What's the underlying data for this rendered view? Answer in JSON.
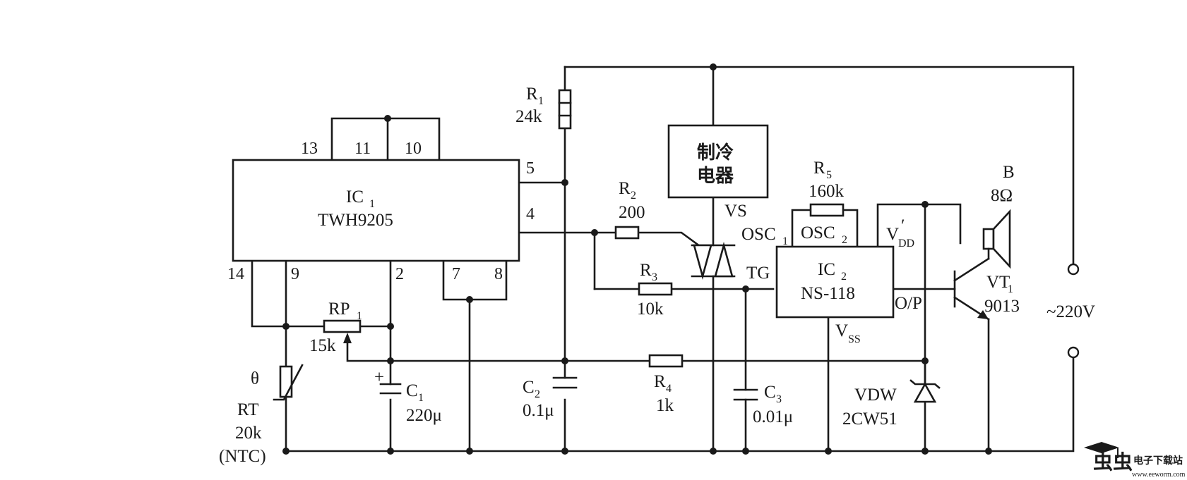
{
  "ic1": {
    "name": "IC",
    "sub": "1",
    "part": "TWH9205",
    "pins": {
      "p13": "13",
      "p11": "11",
      "p10": "10",
      "p5": "5",
      "p4": "4",
      "p14": "14",
      "p9": "9",
      "p2": "2",
      "p7": "7",
      "p8": "8"
    }
  },
  "ic2": {
    "name": "IC",
    "sub": "2",
    "part": "NS-118",
    "osc1": "OSC",
    "osc1_sub": "1",
    "osc2": "OSC",
    "osc2_sub": "2",
    "tg": "TG",
    "vdd": "V",
    "vdd_sub": "DD",
    "vdd_prime": "′",
    "op": "O/P",
    "vss": "V",
    "vss_sub": "SS"
  },
  "r1": {
    "name": "R",
    "sub": "1",
    "value": "24k"
  },
  "r2": {
    "name": "R",
    "sub": "2",
    "value": "200"
  },
  "r3": {
    "name": "R",
    "sub": "3",
    "value": "10k"
  },
  "r4": {
    "name": "R",
    "sub": "4",
    "value": "1k"
  },
  "r5": {
    "name": "R",
    "sub": "5",
    "value": "160k"
  },
  "rp1": {
    "name": "RP",
    "sub": "1",
    "value": "15k"
  },
  "rt": {
    "theta": "θ",
    "name": "RT",
    "value": "20k",
    "type": "(NTC)"
  },
  "c1": {
    "name": "C",
    "sub": "1",
    "value": "220μ",
    "plus": "+"
  },
  "c2": {
    "name": "C",
    "sub": "2",
    "value": "0.1μ"
  },
  "c3": {
    "name": "C",
    "sub": "3",
    "value": "0.01μ"
  },
  "load": {
    "line1": "制冷",
    "line2": "电器"
  },
  "vs": {
    "name": "VS"
  },
  "vdw": {
    "name": "VDW",
    "part": "2CW51"
  },
  "speaker": {
    "name": "B",
    "value": "8Ω"
  },
  "vt1": {
    "name": "VT",
    "sub": "1",
    "part": "9013"
  },
  "supply": {
    "label": "~220V"
  },
  "watermark": {
    "brand": "虫虫",
    "tagline": "电子下载站",
    "url": "www.eeworm.com"
  }
}
